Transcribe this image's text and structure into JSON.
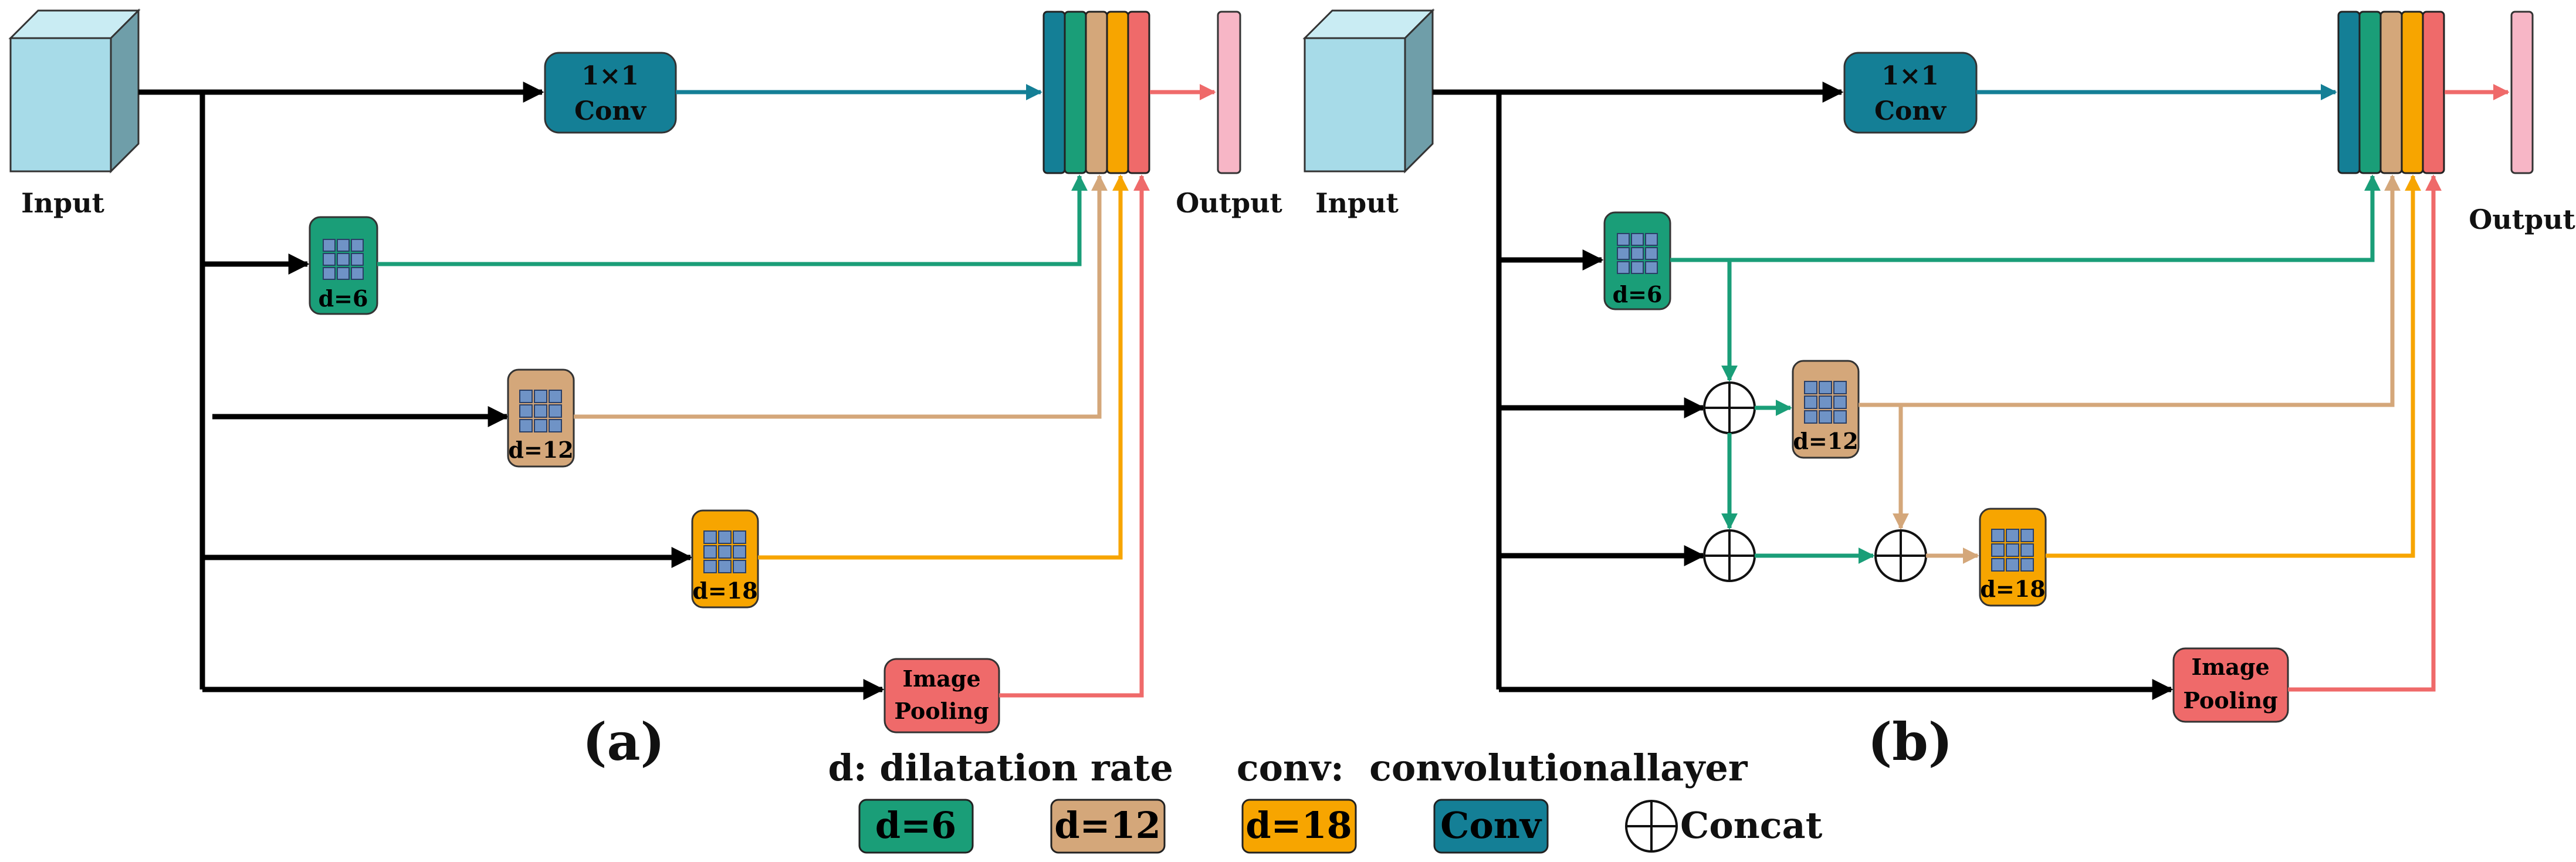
{
  "colors": {
    "d6": "#1a9e78",
    "d12": "#d4a77a",
    "d18": "#f7a500",
    "conv": "#147f96",
    "pool": "#ef6a6a",
    "pink": "#f7b6c6",
    "cube_front": "#a7dbe8",
    "cube_top": "#c9ecf3",
    "cube_side": "#6f9ea9",
    "grid": "#6f93c6"
  },
  "panel_a": {
    "label": "(a)",
    "input_label": "Input",
    "output_label": "Output",
    "conv_line1": "1×1",
    "conv_line2": "Conv",
    "d6_label": "d=6",
    "d12_label": "d=12",
    "d18_label": "d=18",
    "pool_line1": "Image",
    "pool_line2": "Pooling"
  },
  "panel_b": {
    "label": "(b)",
    "input_label": "Input",
    "output_label": "Output",
    "conv_line1": "1×1",
    "conv_line2": "Conv",
    "d6_label": "d=6",
    "d12_label": "d=12",
    "d18_label": "d=18",
    "pool_line1": "Image",
    "pool_line2": "Pooling"
  },
  "legend": {
    "definition": "d: dilatation rate     conv:  convolutionallayer",
    "d6": "d=6",
    "d12": "d=12",
    "d18": "d=18",
    "conv": "Conv",
    "concat": "Concat"
  }
}
